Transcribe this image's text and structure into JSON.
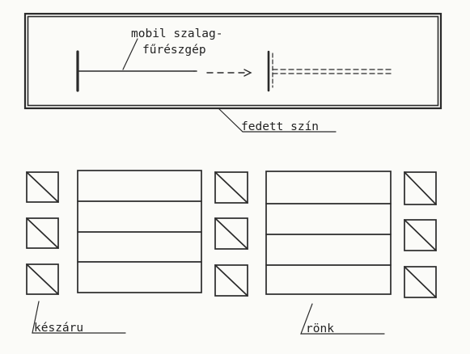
{
  "labels": {
    "saw": [
      "mobil szalag-",
      "fűrészgép"
    ],
    "shed": "fedett szín",
    "finished": "készáru",
    "logs": "rönk"
  },
  "colors": {
    "ink": "#2a2a2a",
    "paper": "#fbfbf8"
  }
}
